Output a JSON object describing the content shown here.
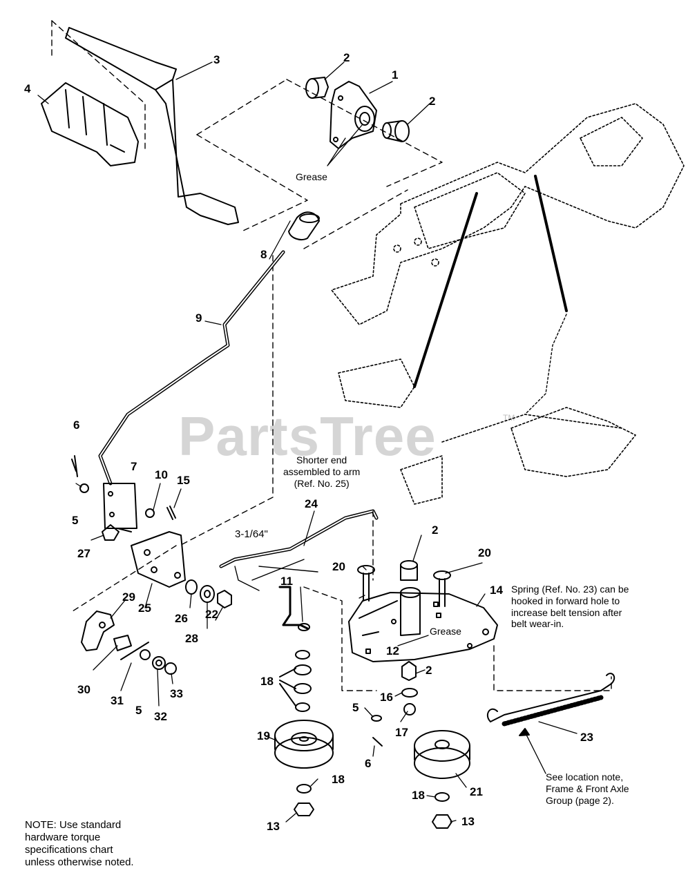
{
  "callouts": {
    "c1": "1",
    "c2a": "2",
    "c2b": "2",
    "c2c": "2",
    "c2d": "2",
    "c3": "3",
    "c4": "4",
    "c5a": "5",
    "c5b": "5",
    "c5c": "5",
    "c6a": "6",
    "c6b": "6",
    "c7": "7",
    "c8": "8",
    "c9": "9",
    "c10": "10",
    "c11": "11",
    "c12": "12",
    "c13a": "13",
    "c13b": "13",
    "c14": "14",
    "c15": "15",
    "c16": "16",
    "c17": "17",
    "c18a": "18",
    "c18b": "18",
    "c18c": "18",
    "c19": "19",
    "c20a": "20",
    "c20b": "20",
    "c21": "21",
    "c22": "22",
    "c23": "23",
    "c24": "24",
    "c25": "25",
    "c26": "26",
    "c27": "27",
    "c28": "28",
    "c29": "29",
    "c30": "30",
    "c31": "31",
    "c32": "32",
    "c33": "33"
  },
  "labels": {
    "grease_top": "Grease",
    "grease_plate": "Grease",
    "shorter_end": "Shorter end\nassembled to arm\n(Ref. No. 25)",
    "dimension": "3-1/64\"",
    "spring_note": "Spring (Ref. No. 23) can be\nhooked in forward hole to\nincrease belt tension after\nbelt wear-in.",
    "location_note": "See location note,\nFrame & Front Axle\nGroup (page 2).",
    "torque_note": "NOTE:  Use standard\nhardware torque\nspecifications chart\nunless otherwise noted."
  },
  "watermark": {
    "text": "PartsTree",
    "tm": "TM"
  }
}
